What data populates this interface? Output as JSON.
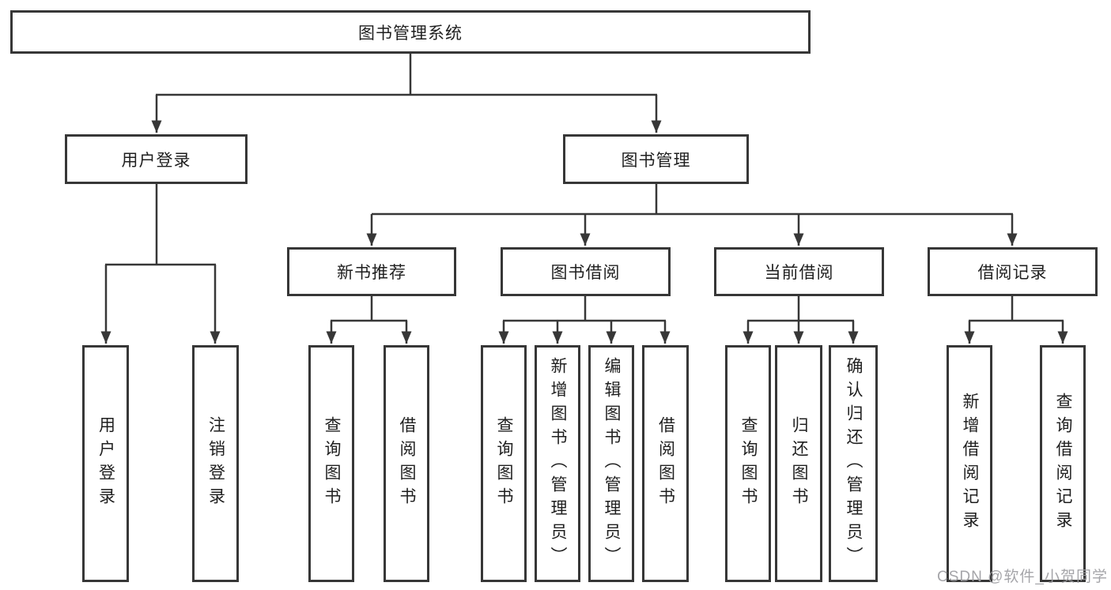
{
  "diagram": {
    "tree": {
      "label": "图书管理系统",
      "children": [
        {
          "label": "用户登录",
          "children": [
            {
              "label": "用户登录"
            },
            {
              "label": "注销登录"
            }
          ]
        },
        {
          "label": "图书管理",
          "children": [
            {
              "label": "新书推荐",
              "children": [
                {
                  "label": "查询图书"
                },
                {
                  "label": "借阅图书"
                }
              ]
            },
            {
              "label": "图书借阅",
              "children": [
                {
                  "label": "查询图书"
                },
                {
                  "label": "新增图书（管理员）"
                },
                {
                  "label": "编辑图书（管理员）"
                },
                {
                  "label": "借阅图书"
                }
              ]
            },
            {
              "label": "当前借阅",
              "children": [
                {
                  "label": "查询图书"
                },
                {
                  "label": "归还图书"
                },
                {
                  "label": "确认归还（管理员）"
                }
              ]
            },
            {
              "label": "借阅记录",
              "children": [
                {
                  "label": "新增借阅记录"
                },
                {
                  "label": "查询借阅记录"
                }
              ]
            }
          ]
        }
      ]
    },
    "colors": {
      "line": "#373737",
      "box_border": "#373737",
      "text": "#1f1f1f",
      "background": "#ffffff",
      "watermark": "#9e9ea2"
    }
  },
  "watermark": "CSDN @软件_小贺同学"
}
